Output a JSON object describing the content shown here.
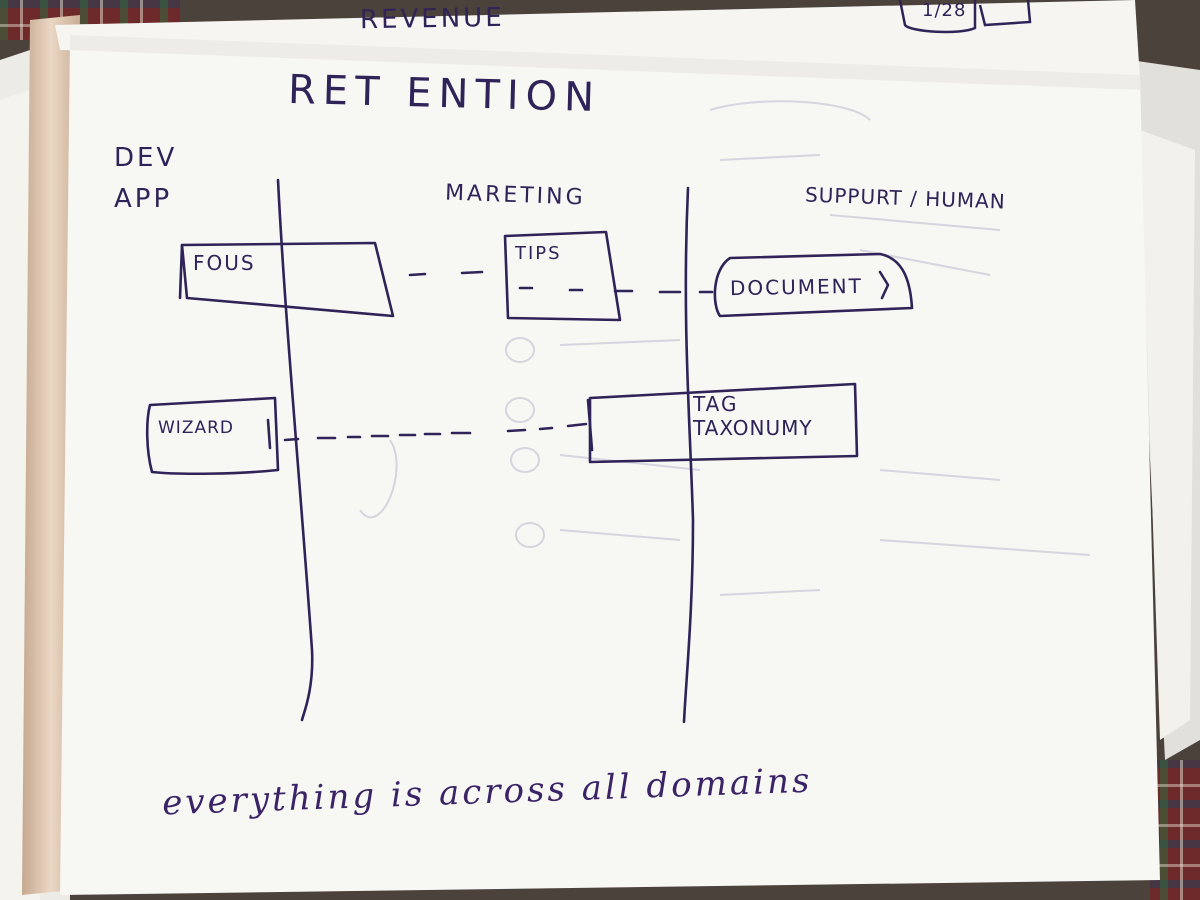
{
  "photo": {
    "background_sheet": {
      "title": "REVENUE",
      "corner_note": "1/28"
    },
    "main_sheet": {
      "title": "RET ENTION",
      "columns": {
        "dev_app": [
          "DEV",
          "APP"
        ],
        "marketing": "MARETING",
        "support": "SUPPURT / HUMAN"
      },
      "boxes": {
        "focus": "FOUS",
        "tips": "TIPS",
        "document": "DOCUMENT",
        "wizard": "WIZARD",
        "tag_taxonomy": [
          "TAG",
          "TAXONUMY"
        ]
      },
      "footer_note": "everything is across all domains"
    },
    "colors": {
      "ink": "#2f2358",
      "paper": "#f7f7f4",
      "folder": "#d7bfa8"
    }
  }
}
